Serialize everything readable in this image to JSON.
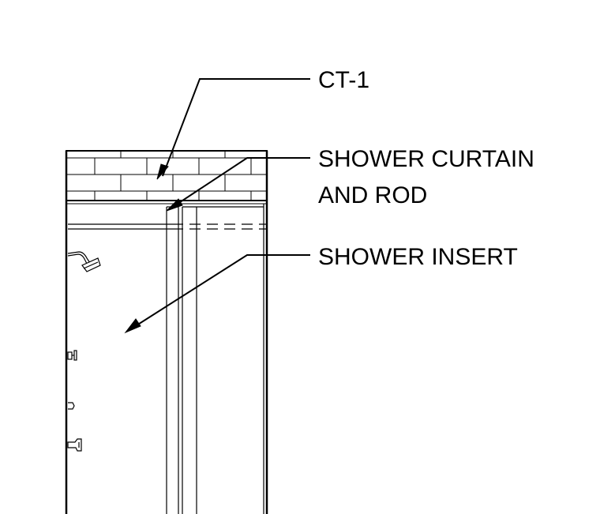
{
  "callouts": [
    {
      "lines": [
        "CT-1"
      ]
    },
    {
      "lines": [
        "SHOWER CURTAIN",
        "AND ROD"
      ]
    },
    {
      "lines": [
        "SHOWER INSERT"
      ]
    }
  ],
  "colors": {
    "line": "#000000",
    "background": "#ffffff"
  }
}
